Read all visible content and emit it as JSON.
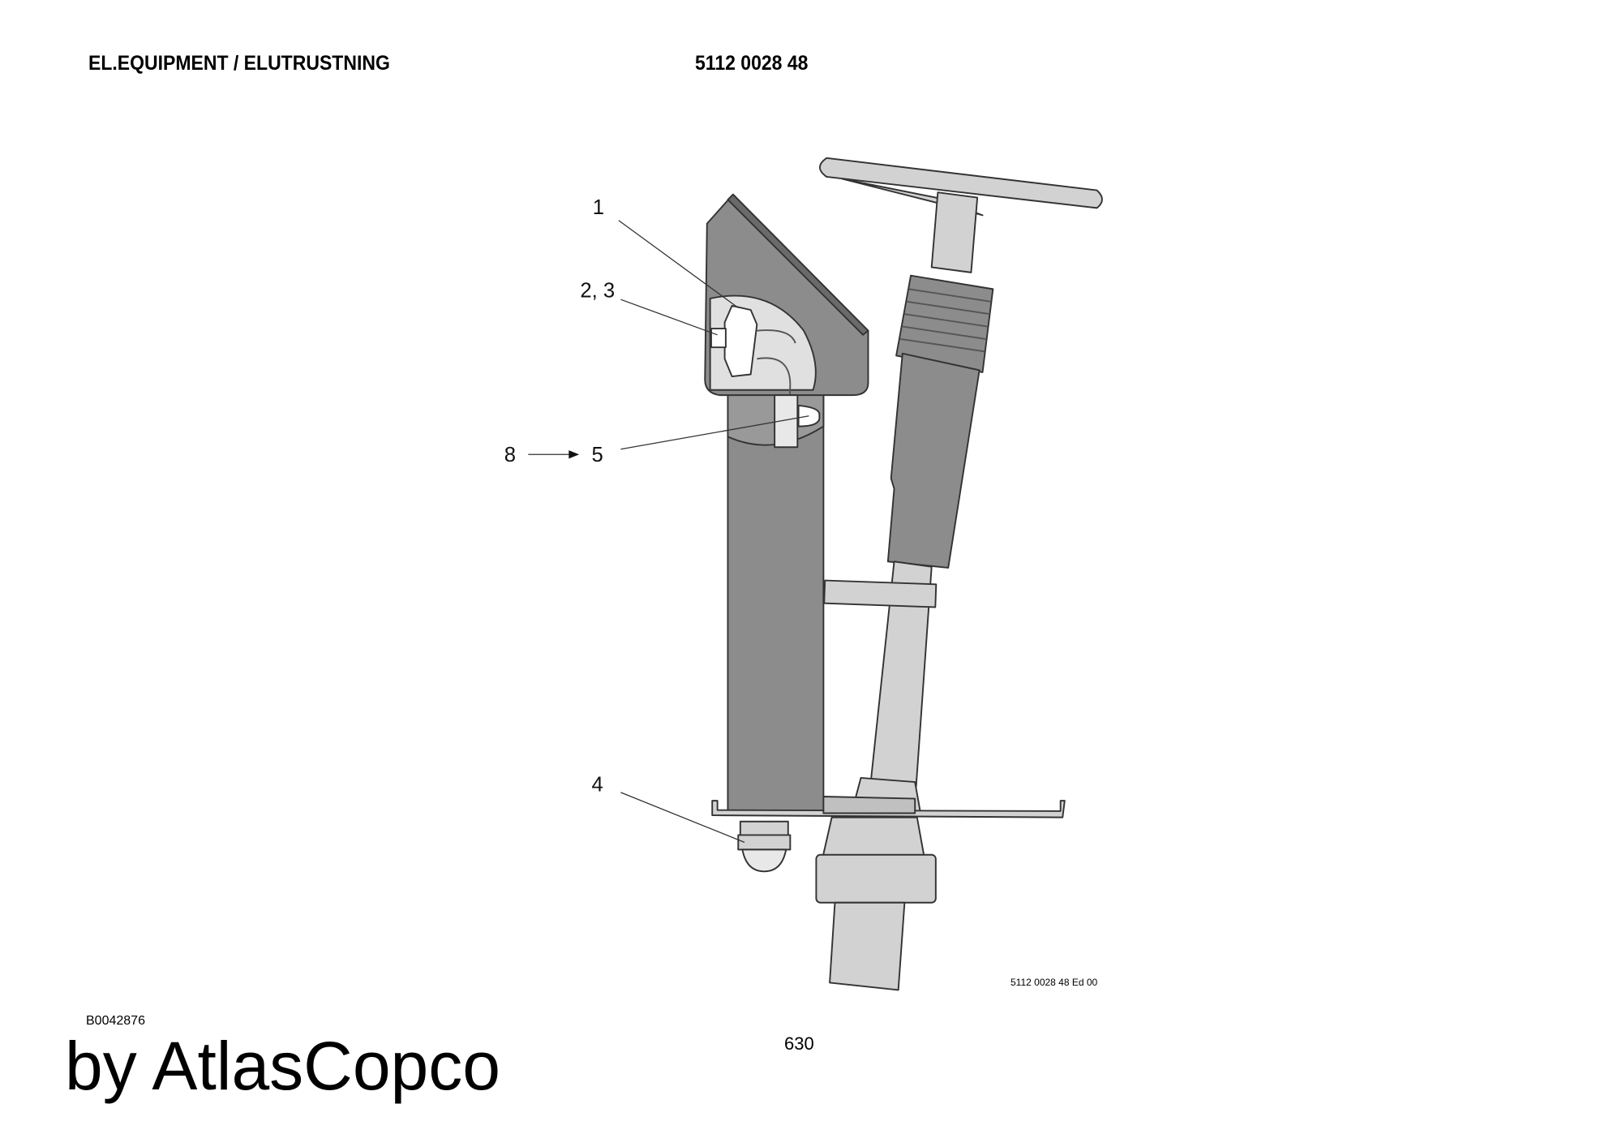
{
  "header": {
    "title": "EL.EQUIPMENT / ELUTRUSTNING",
    "part_number": "5112 0028 48"
  },
  "drawing": {
    "callouts": [
      "1",
      "2, 3",
      "8",
      "5",
      "4"
    ],
    "reference": "5112 0028 48 Ed 00",
    "colors": {
      "dark_part": "#8c8c8c",
      "light_part": "#d2d2d2",
      "outline": "#333333"
    }
  },
  "footer": {
    "drawing_code": "B0042876",
    "page_number": "630",
    "brand": "by AtlasCopco"
  }
}
